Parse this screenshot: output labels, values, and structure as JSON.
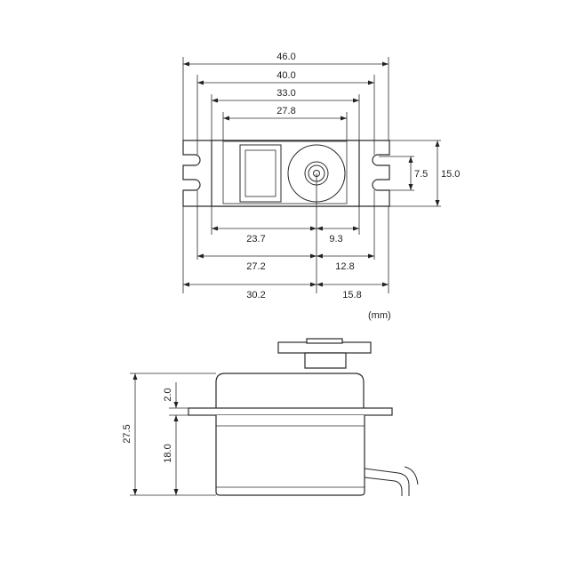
{
  "top_view": {
    "dims": {
      "overall_46": "46.0",
      "holes_40": "40.0",
      "body_33": "33.0",
      "inner_27_8": "27.8",
      "height_15": "15.0",
      "slot_7_5": "7.5",
      "left_23_7": "23.7",
      "right_9_3": "9.3",
      "left_27_2": "27.2",
      "right_12_8": "12.8",
      "left_30_2": "30.2",
      "right_15_8": "15.8"
    },
    "unit": "(mm)"
  },
  "side_view": {
    "dims": {
      "height_27_5": "27.5",
      "flange_2_0": "2.0",
      "lower_18_0": "18.0"
    }
  }
}
